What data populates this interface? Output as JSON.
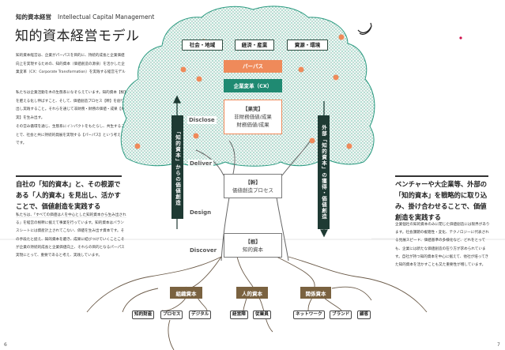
{
  "header": {
    "section": "知的資本経営",
    "section_en": "Intellectual Capital Management",
    "title": "知的資本経営モデル"
  },
  "intro": [
    "知的資本経営は、企業がパーパスを目的に、持続的成長と企業価値向上を実現するための、知的資本（価値創造の源泉）を活かした企業変革（CX：Corporate Transformation）を実践する経営モデル",
    "私たちは企業活動を木の生態系になぞらえています。知的資本【根】を肥える化し伸ばすこと、そして、価値創造プロセス【幹】を創り出し実践すること。それらを通じて非財務・財務の価値・成果【果実】を生み出す。",
    "その営み循環を通じ、生態系にインパクトをもたらし、共生することで、社会と共に持続的発展を実現する【パーパス】という考え方です。"
  ],
  "left_section": {
    "heading": "自社の「知的資本」と、その根源である「人的資本」を見出し、活かすことで、価値創造を実践する",
    "body": "私たちは、「すべての価値は人を中心とした知的資本から生み出される」を経営の根幹に据えて事業を行っています。知的資本はバランスシートには資産計上されてこない、価値を生み出す資本です。その手段たと捉え、知的資本を磨き、成果に結びつけていくことこそが企業の持続的成長と企業価値向上、それらの目的となるパーパス実現にとって、重要であると考え、実践しています。"
  },
  "right_section": {
    "heading": "ベンチャーや大企業等、外部の「知的資本」を戦略的に取り込み、掛け合わせることで、価値創造を実践する",
    "body": "企業個社の知的資本のみに閉じた価値創造には限界があります。社会課題の複雑性・変化、テクノロジーに代表される見展スピード、価値基準の多様化など、どれをとっても、企業には新たな価値創造の在り方が求められています。自社が持つ知的資本を中心に据えて、他社が培ってきた知的資本を活かすことも又た重要性が増しています。"
  },
  "tree": {
    "topics": [
      "社会・地域",
      "経済・産業",
      "資源・環境"
    ],
    "purpose": "パーパス",
    "cx": "企業変革（CX）",
    "fruit": {
      "title": "【果実】",
      "lines": [
        "非財務価値/成果",
        "財務価値/成果"
      ]
    },
    "trunk": {
      "title": "【幹】",
      "label": "価値創造プロセス"
    },
    "root": {
      "title": "【根】",
      "label": "知的資本"
    },
    "stages": [
      "Disclose",
      "Deliver",
      "Design",
      "Discover"
    ],
    "left_bar": "「知的資本」からの価値創造",
    "right_bar": "外部「知的資本」の獲得・価値創造",
    "capitals": [
      {
        "name": "組織資本",
        "items": [
          "知的財産",
          "プロセス",
          "デジタル"
        ]
      },
      {
        "name": "人的資本",
        "items": [
          "経営陣",
          "従業員"
        ]
      },
      {
        "name": "関係資本",
        "items": [
          "ネットワーク",
          "ブランド",
          "顧客"
        ]
      }
    ]
  },
  "colors": {
    "purpose": "#ef8a5a",
    "cx": "#1f8a72",
    "bar": "#1e3a33",
    "capital": "#7a6240",
    "canopy": "#2a9a80"
  },
  "pages": {
    "left": "6",
    "right": "7"
  }
}
